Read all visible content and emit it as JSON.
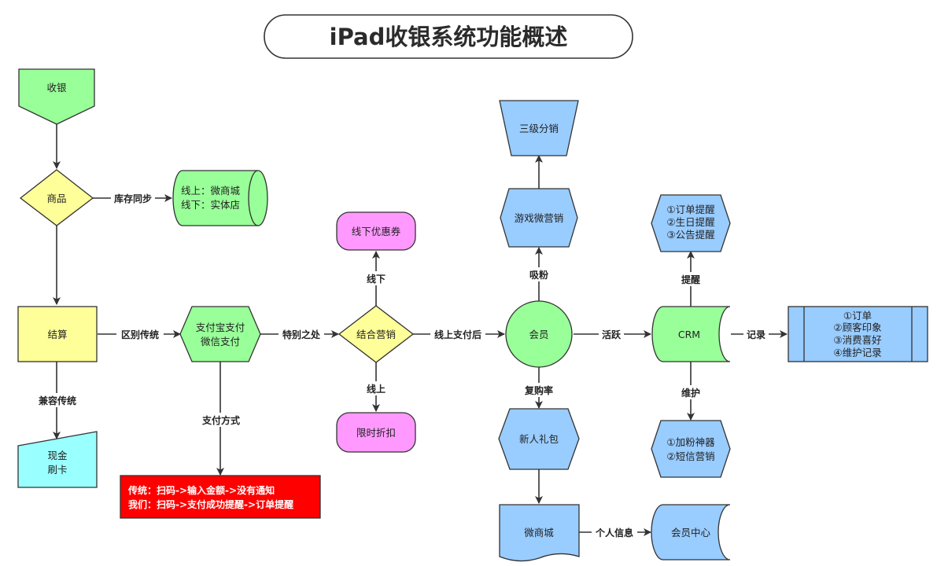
{
  "title": "iPad收银系统功能概述",
  "colors": {
    "green": "#99ff99",
    "yellow": "#ffff99",
    "blue": "#99ccff",
    "cyan": "#99ffff",
    "pink": "#ff99ff",
    "red": "#ff0000",
    "stroke": "#333333"
  },
  "nodes": {
    "cashier": "收银",
    "goods": "商品",
    "online_offline_1": "线上：微商城",
    "online_offline_2": "线下：实体店",
    "settle": "结算",
    "cash_1": "现金",
    "cash_2": "刷卡",
    "pay_1": "支付宝支付",
    "pay_2": "微信支付",
    "pay_note_1": "传统：扫码->输入金额->没有通知",
    "pay_note_2": "我们：扫码->支付成功提醒->订单提醒",
    "marketing": "结合营销",
    "coupon": "线下优惠券",
    "discount": "限时折扣",
    "member": "会员",
    "game": "游戏微营销",
    "tri": "三级分销",
    "gift": "新人礼包",
    "weishop": "微商城",
    "member_center": "会员中心",
    "crm": "CRM",
    "remind_1": "①订单提醒",
    "remind_2": "②生日提醒",
    "remind_3": "③公告提醒",
    "record_1": "①订单",
    "record_2": "②顾客印象",
    "record_3": "③消费喜好",
    "record_4": "④维护记录",
    "maintain_1": "①加粉神器",
    "maintain_2": "②短信营销"
  },
  "edges": {
    "stock_sync": "库存同步",
    "distinguish": "区别传统",
    "compatible": "兼容传统",
    "pay_method": "支付方式",
    "special": "特别之处",
    "offline": "线下",
    "online": "线上",
    "after_pay": "线上支付后",
    "attract": "吸粉",
    "repurchase": "复购率",
    "personal_info": "个人信息",
    "active": "活跃",
    "remind": "提醒",
    "record": "记录",
    "maintain": "维护"
  }
}
